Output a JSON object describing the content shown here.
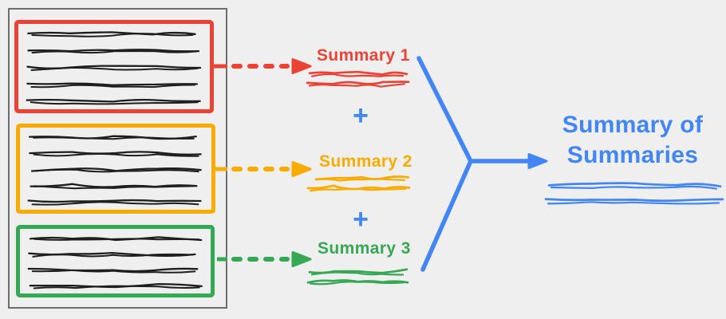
{
  "canvas": {
    "background": "#efefef"
  },
  "document": {
    "border_color": "#6d6d6d",
    "ink_color": "#1e1e1e",
    "sections": [
      {
        "name": "chunk-1",
        "color": "#EA4335",
        "line_count": 5
      },
      {
        "name": "chunk-2",
        "color": "#F9AB00",
        "line_count": 5
      },
      {
        "name": "chunk-3",
        "color": "#34A853",
        "line_count": 4
      }
    ]
  },
  "summaries": [
    {
      "label": "Summary 1",
      "color": "#EA4335"
    },
    {
      "label": "Summary 2",
      "color": "#F9AB00"
    },
    {
      "label": "Summary 3",
      "color": "#34A853"
    }
  ],
  "plus_sign": "+",
  "result": {
    "label": "Summary of Summaries",
    "color": "#4285F4"
  },
  "colors": {
    "blue": "#4285F4"
  }
}
